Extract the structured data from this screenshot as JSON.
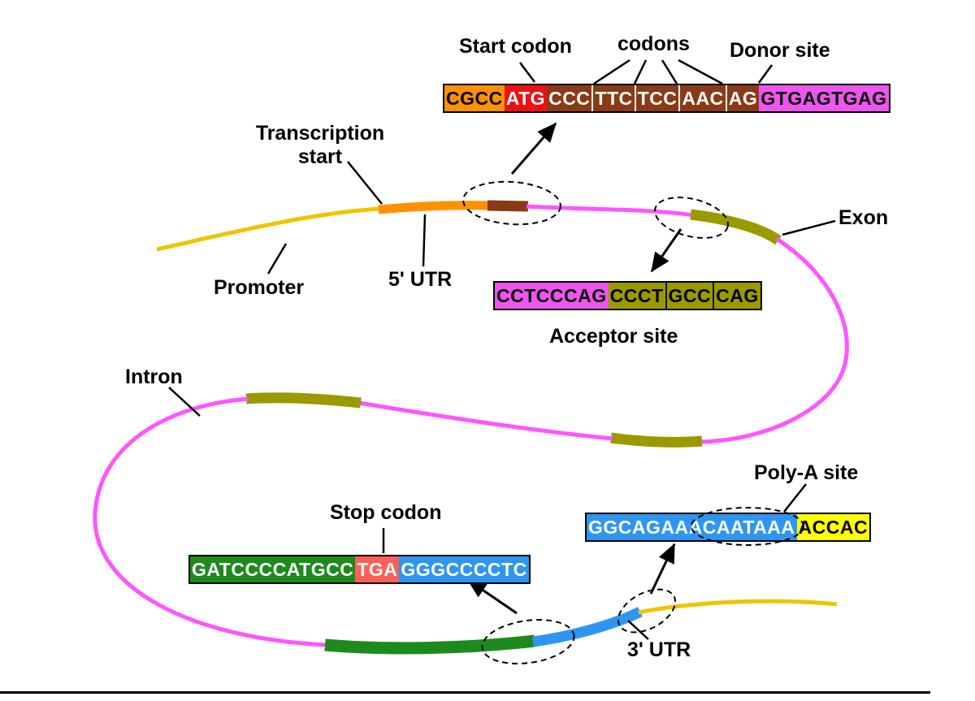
{
  "labels": {
    "start_codon": "Start codon",
    "codons": "codons",
    "donor_site": "Donor site",
    "transcription_start_line1": "Transcription",
    "transcription_start_line2": "start",
    "promoter": "Promoter",
    "utr5": "5' UTR",
    "exon": "Exon",
    "intron": "Intron",
    "acceptor_site": "Acceptor site",
    "stop_codon": "Stop codon",
    "polya_site": "Poly-A site",
    "utr3": "3' UTR"
  },
  "sequences": {
    "donor": {
      "utr5": "CGCC",
      "start_codon": "ATG",
      "codons": [
        "CCC",
        "TTC",
        "TCC",
        "AAC",
        "AG"
      ],
      "intron_start": "GTGAGTGAG"
    },
    "acceptor": {
      "intron_end": "CCTCCCAG",
      "exon_codons": [
        "CCCT",
        "GCC",
        "CAG"
      ]
    },
    "stop": {
      "coding": "GATCCCCATGCC",
      "stop_codon": "TGA",
      "utr3": "GGGCCCCTC"
    },
    "polya": {
      "utr3_signal": "GGCAGAAACAATAAA",
      "downstream": "ACCAC"
    }
  },
  "colors": {
    "utr5_orange": "#ff9100",
    "start_codon_red": "#ee1111",
    "coding_brown": "#8a3a16",
    "intron_magenta": "#ee55ee",
    "intron_line_magenta": "#ff55ff",
    "exon_olive": "#9a9a00",
    "coding_green": "#1e8a1e",
    "stop_codon_salmon": "#ff5f56",
    "utr3_blue": "#2e96f0",
    "polya_yellow": "#ffff00",
    "promoter_gold": "#f0c400"
  }
}
